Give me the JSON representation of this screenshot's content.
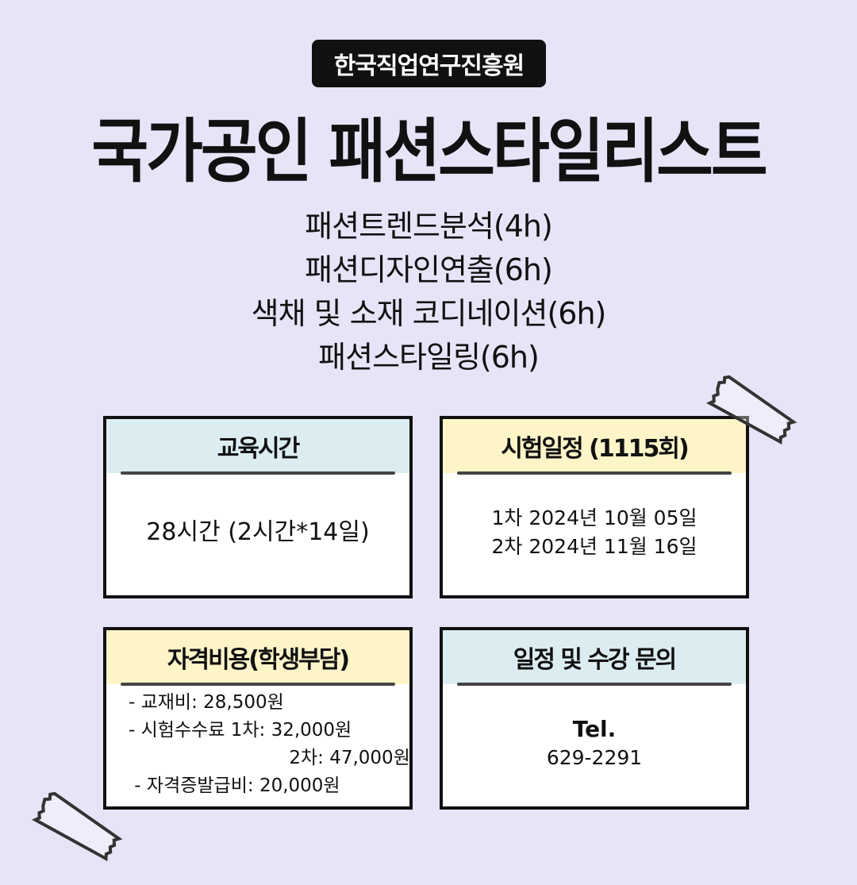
{
  "organization": "한국직업연구진흥원",
  "title": "국가공인 패션스타일리스트",
  "subjects": [
    "패션트렌드분석(4h)",
    "패션디자인연출(6h)",
    "색채 및 소재 코디네이션(6h)",
    "패션스타일링(6h)"
  ],
  "boxes": {
    "education_time": {
      "heading": "교육시간",
      "value": "28시간 (2시간*14일)"
    },
    "exam_schedule": {
      "heading": "시험일정 (1115회)",
      "dates": [
        "1차 2024년 10월 05일",
        "2차 2024년 11월 16일"
      ]
    },
    "cost": {
      "heading": "자격비용(학생부담)",
      "items": [
        "- 교재비: 28,500원",
        "- 시험수수료 1차: 32,000원",
        "              2차: 47,000원",
        " - 자격증발급비: 20,000원"
      ]
    },
    "contact": {
      "heading": "일정 및 수강 문의",
      "tel_label": "Tel.",
      "tel": "629-2291"
    }
  },
  "colors": {
    "background": "#e7e4f8",
    "blue_header": "#dcedf2",
    "yellow_header": "#fdf5c8"
  }
}
